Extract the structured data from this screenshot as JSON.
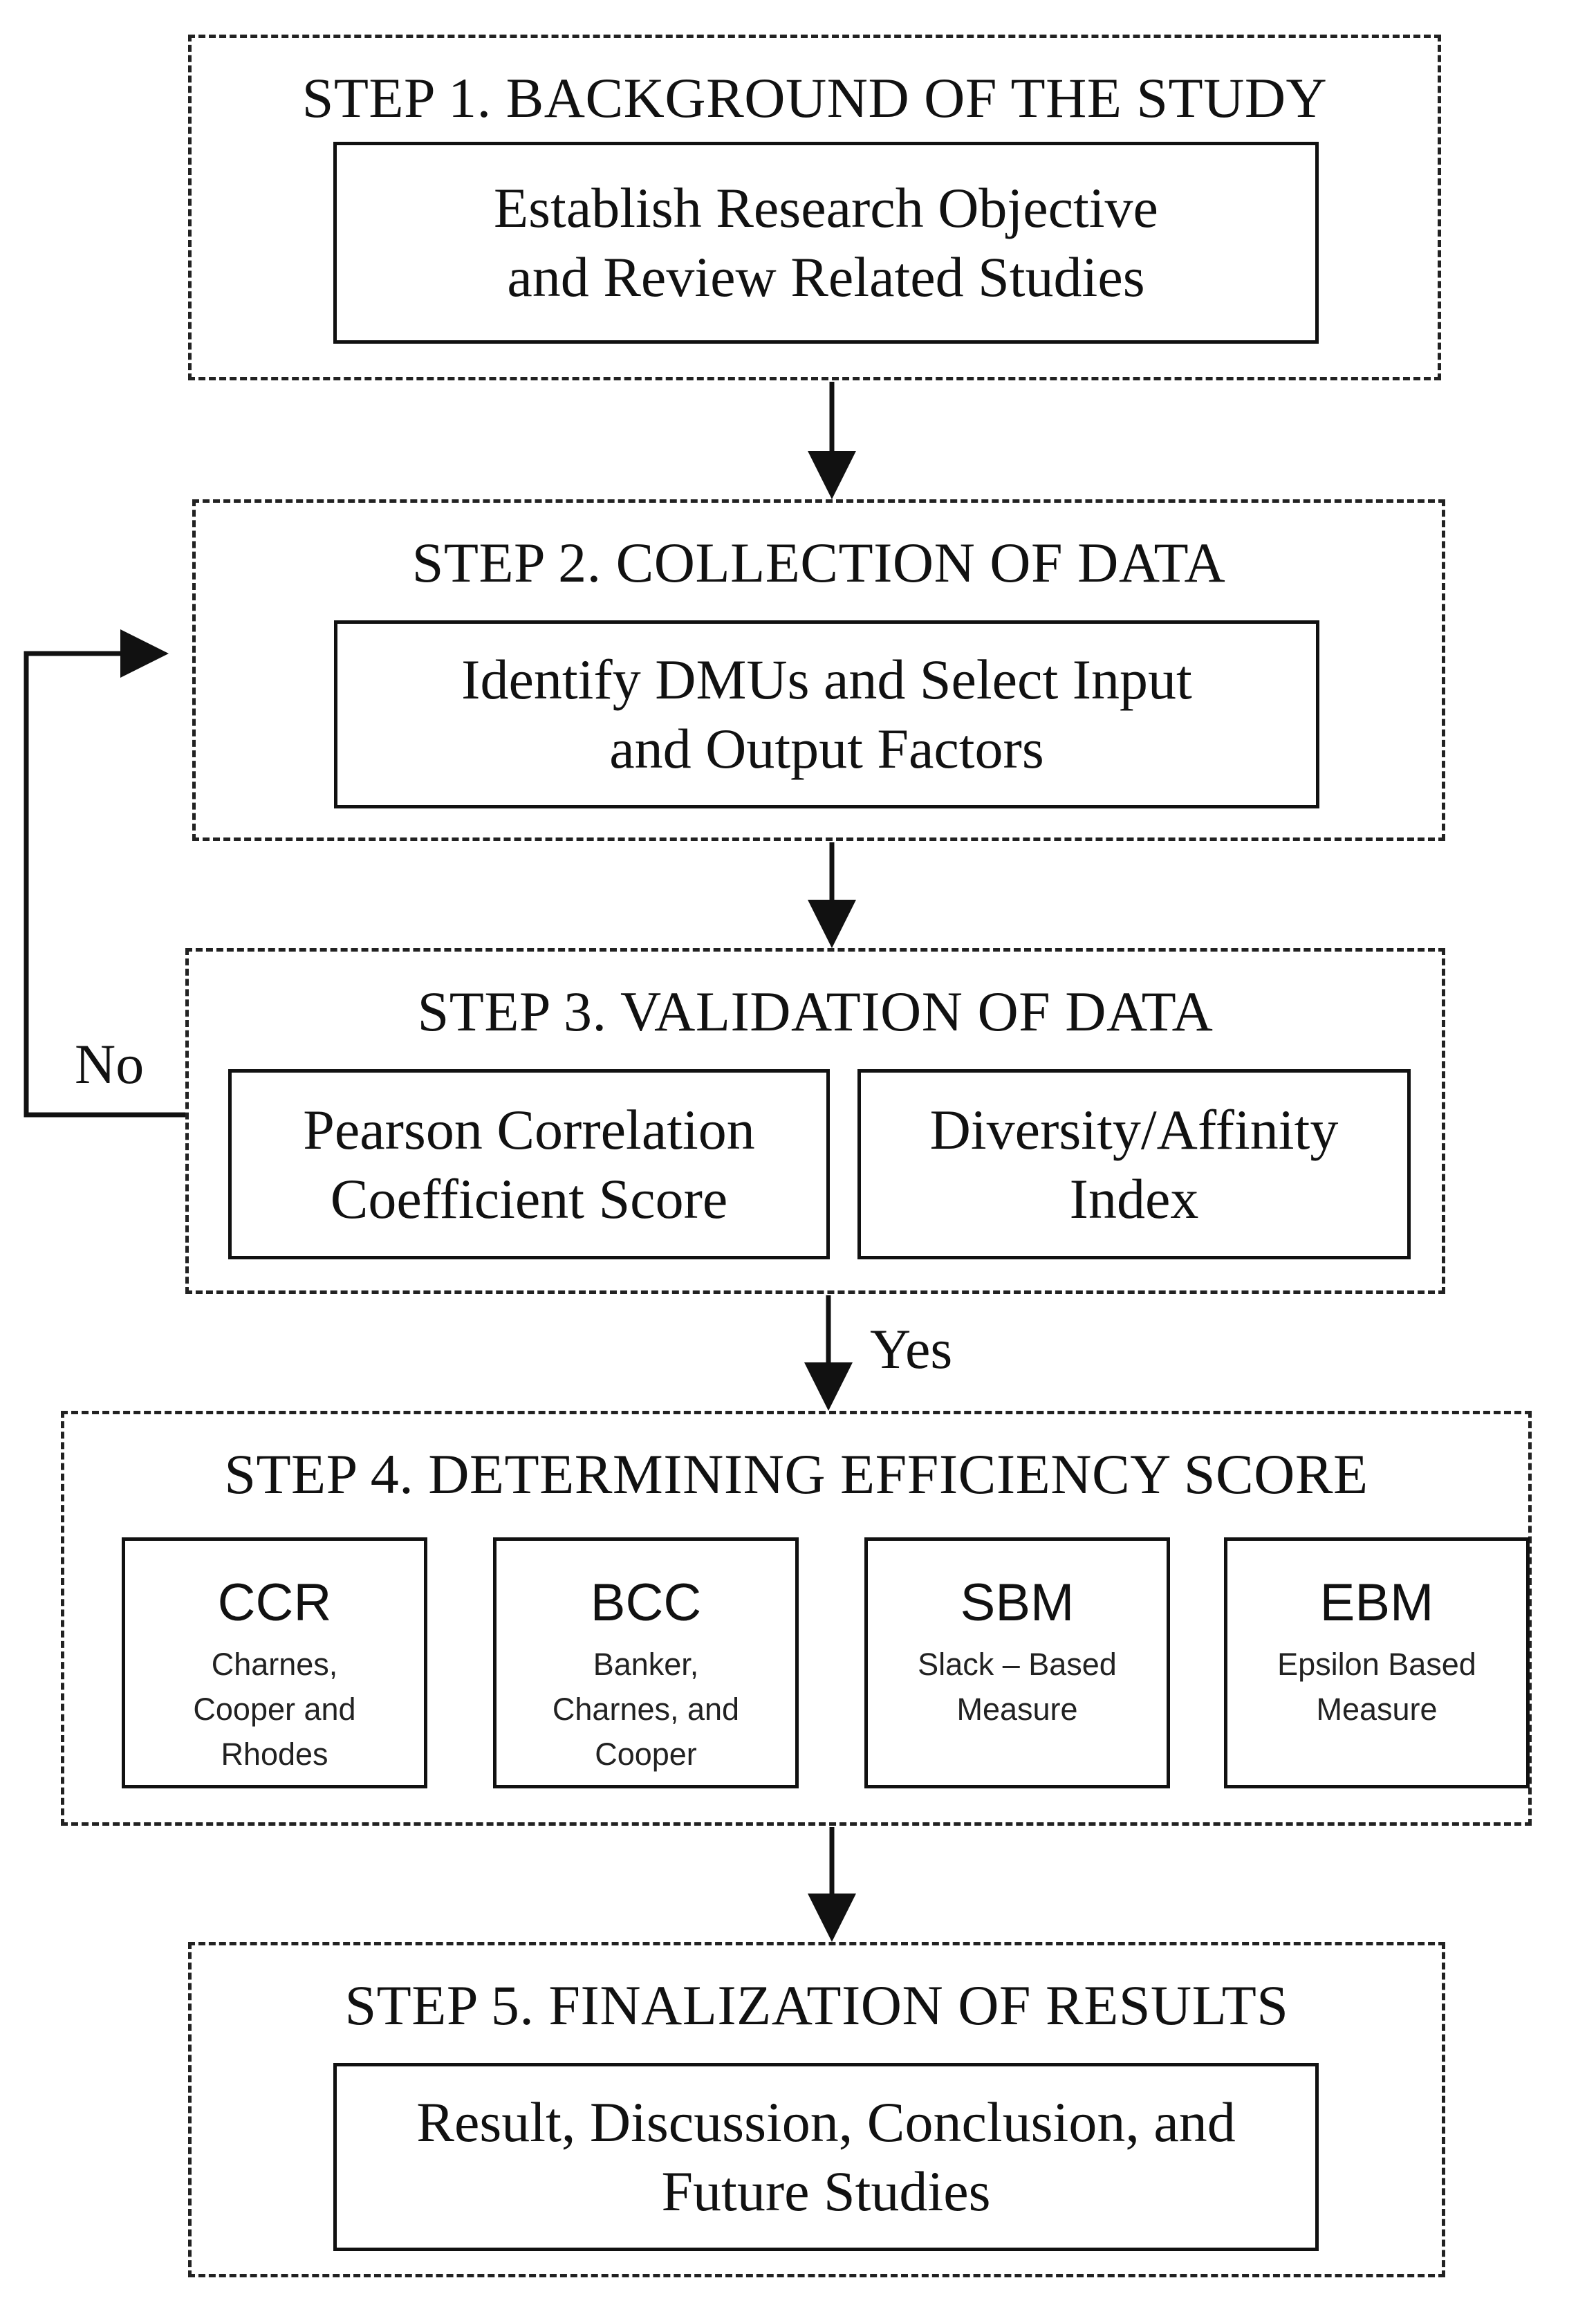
{
  "steps": [
    {
      "title": "STEP 1. BACKGROUND OF THE STUDY",
      "boxes": [
        "Establish Research Objective\nand Review Related Studies"
      ]
    },
    {
      "title": "STEP 2. COLLECTION OF DATA",
      "boxes": [
        "Identify DMUs and Select Input\nand Output Factors"
      ]
    },
    {
      "title": "STEP 3. VALIDATION OF DATA",
      "boxes": [
        "Pearson Correlation\nCoefficient Score",
        "Diversity/Affinity\nIndex"
      ]
    },
    {
      "title": "STEP 4. DETERMINING EFFICIENCY SCORE",
      "methods": [
        {
          "abbr": "CCR",
          "desc": "Charnes,\nCooper and\nRhodes"
        },
        {
          "abbr": "BCC",
          "desc": "Banker,\nCharnes, and\nCooper"
        },
        {
          "abbr": "SBM",
          "desc": "Slack – Based\nMeasure"
        },
        {
          "abbr": "EBM",
          "desc": "Epsilon Based\nMeasure"
        }
      ]
    },
    {
      "title": "STEP 5. FINALIZATION OF RESULTS",
      "boxes": [
        "Result, Discussion, Conclusion, and\nFuture Studies"
      ]
    }
  ],
  "labels": {
    "no": "No",
    "yes": "Yes"
  }
}
